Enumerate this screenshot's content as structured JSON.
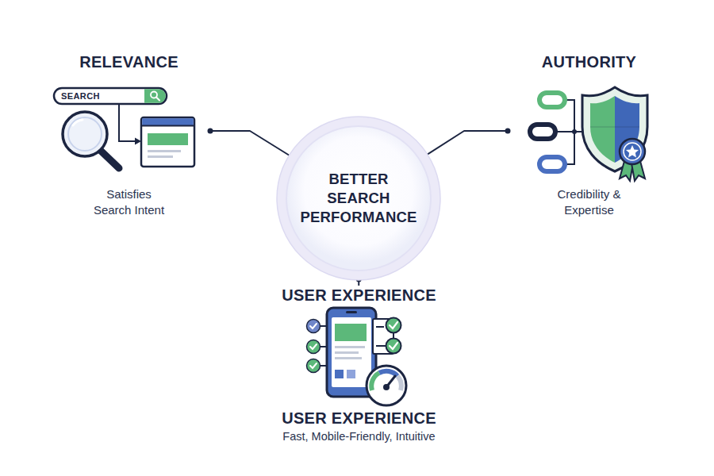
{
  "diagram": {
    "nodes": [
      {
        "text": [
          "RELEVANCE",
          "Satisfies Search Intent"
        ]
      },
      {
        "text": [
          "BETTER SEARCH PERFORMANCE"
        ]
      },
      {
        "text": [
          "AUTHORITY",
          "Credibility & Expertise"
        ]
      },
      {
        "text": [
          "USER EXPERIENCE",
          "USER EXPERIENCE",
          "Fast, Mobile-Friendly, Intuitive"
        ]
      }
    ],
    "edges": [
      {
        "from": 1,
        "to": 0,
        "arrow": "none"
      },
      {
        "from": 1,
        "to": 2,
        "arrow": "none"
      },
      {
        "from": 1,
        "to": 3,
        "arrow": "none"
      }
    ],
    "labels": [
      "SEARCH"
    ]
  }
}
